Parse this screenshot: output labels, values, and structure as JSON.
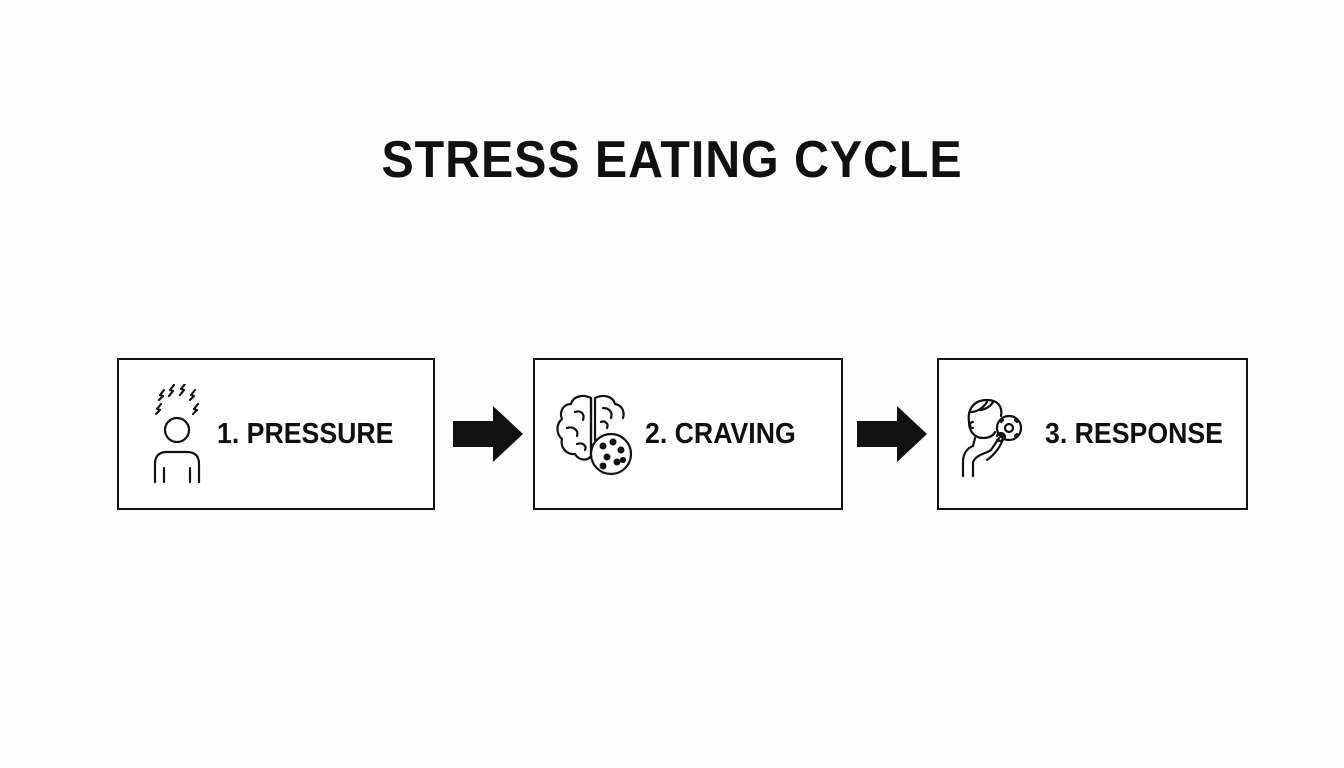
{
  "diagram": {
    "title": "STRESS EATING CYCLE",
    "steps": [
      {
        "label": "1. PRESSURE",
        "icon": "stressed-person-icon"
      },
      {
        "label": "2. CRAVING",
        "icon": "brain-cookie-icon"
      },
      {
        "label": "3. RESPONSE",
        "icon": "person-eating-icon"
      }
    ],
    "connector": "right-arrow-icon"
  }
}
